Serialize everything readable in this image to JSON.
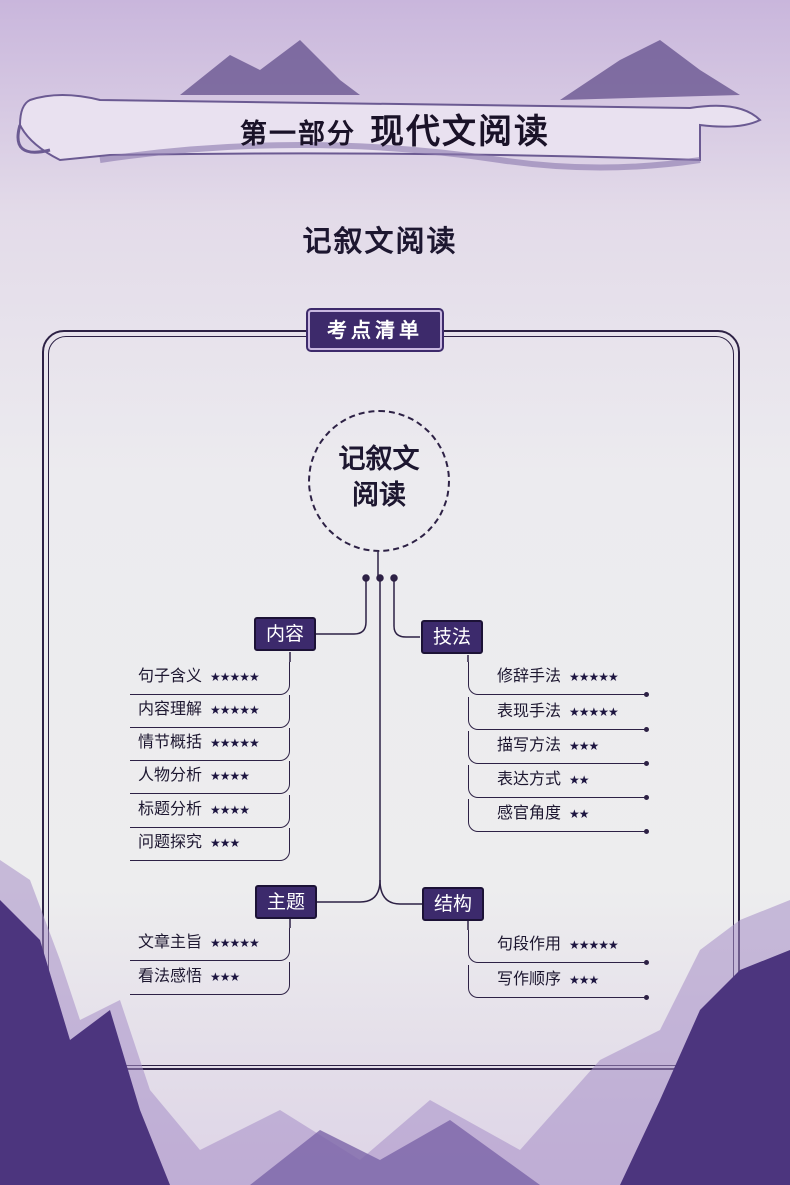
{
  "header": {
    "part": "第一部分",
    "title": "现代文阅读"
  },
  "section_title": "记叙文阅读",
  "tag": "考点清单",
  "center": {
    "line1": "记叙文",
    "line2": "阅读"
  },
  "groups": [
    {
      "label": "内容",
      "items": [
        {
          "name": "句子含义",
          "stars": "★★★★★"
        },
        {
          "name": "内容理解",
          "stars": "★★★★★"
        },
        {
          "name": "情节概括",
          "stars": "★★★★★"
        },
        {
          "name": "人物分析",
          "stars": "★★★★"
        },
        {
          "name": "标题分析",
          "stars": "★★★★"
        },
        {
          "name": "问题探究",
          "stars": "★★★"
        }
      ]
    },
    {
      "label": "技法",
      "items": [
        {
          "name": "修辞手法",
          "stars": "★★★★★"
        },
        {
          "name": "表现手法",
          "stars": "★★★★★"
        },
        {
          "name": "描写方法",
          "stars": "★★★"
        },
        {
          "name": "表达方式",
          "stars": "★★"
        },
        {
          "name": "感官角度",
          "stars": "★★"
        }
      ]
    },
    {
      "label": "主题",
      "items": [
        {
          "name": "文章主旨",
          "stars": "★★★★★"
        },
        {
          "name": "看法感悟",
          "stars": "★★★"
        }
      ]
    },
    {
      "label": "结构",
      "items": [
        {
          "name": "句段作用",
          "stars": "★★★★★"
        },
        {
          "name": "写作顺序",
          "stars": "★★★"
        }
      ]
    }
  ]
}
